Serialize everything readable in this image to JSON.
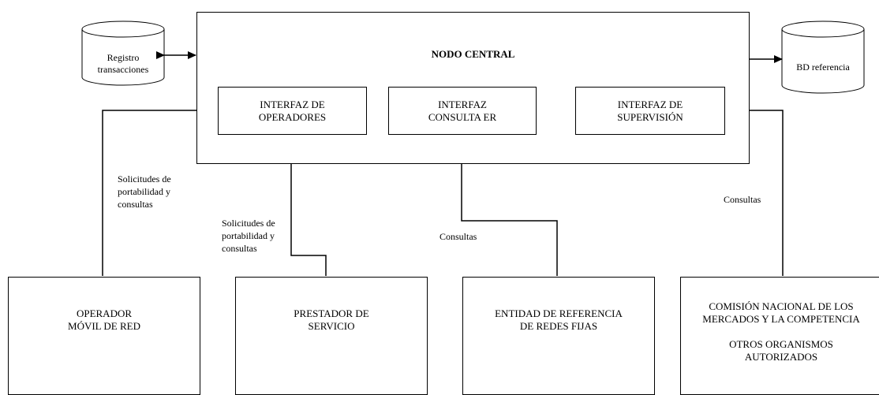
{
  "central": {
    "title": "NODO CENTRAL",
    "interfaces": [
      {
        "line1": "INTERFAZ DE",
        "line2": "OPERADORES"
      },
      {
        "line1": "INTERFAZ",
        "line2": "CONSULTA ER"
      },
      {
        "line1": "INTERFAZ DE",
        "line2": "SUPERVISIÓN"
      }
    ]
  },
  "databases": {
    "left": {
      "line1": "Registro",
      "line2": "transacciones"
    },
    "right": {
      "line1": "BD referencia"
    }
  },
  "entities": [
    {
      "line1": "OPERADOR",
      "line2": "MÓVIL DE RED"
    },
    {
      "line1": "PRESTADOR DE",
      "line2": "SERVICIO"
    },
    {
      "line1": "ENTIDAD DE REFERENCIA",
      "line2": "DE  REDES FIJAS"
    },
    {
      "line1": "COMISIÓN NACIONAL DE LOS",
      "line2": "MERCADOS Y LA COMPETENCIA",
      "line3": "OTROS ORGANISMOS",
      "line4": "AUTORIZADOS"
    }
  ],
  "labels": {
    "op_movil": {
      "line1": "Solicitudes de",
      "line2": "portabilidad y",
      "line3": "consultas"
    },
    "prestador": {
      "line1": "Solicitudes de",
      "line2": "portabilidad y",
      "line3": "consultas"
    },
    "entidad": "Consultas",
    "comision": "Consultas"
  }
}
